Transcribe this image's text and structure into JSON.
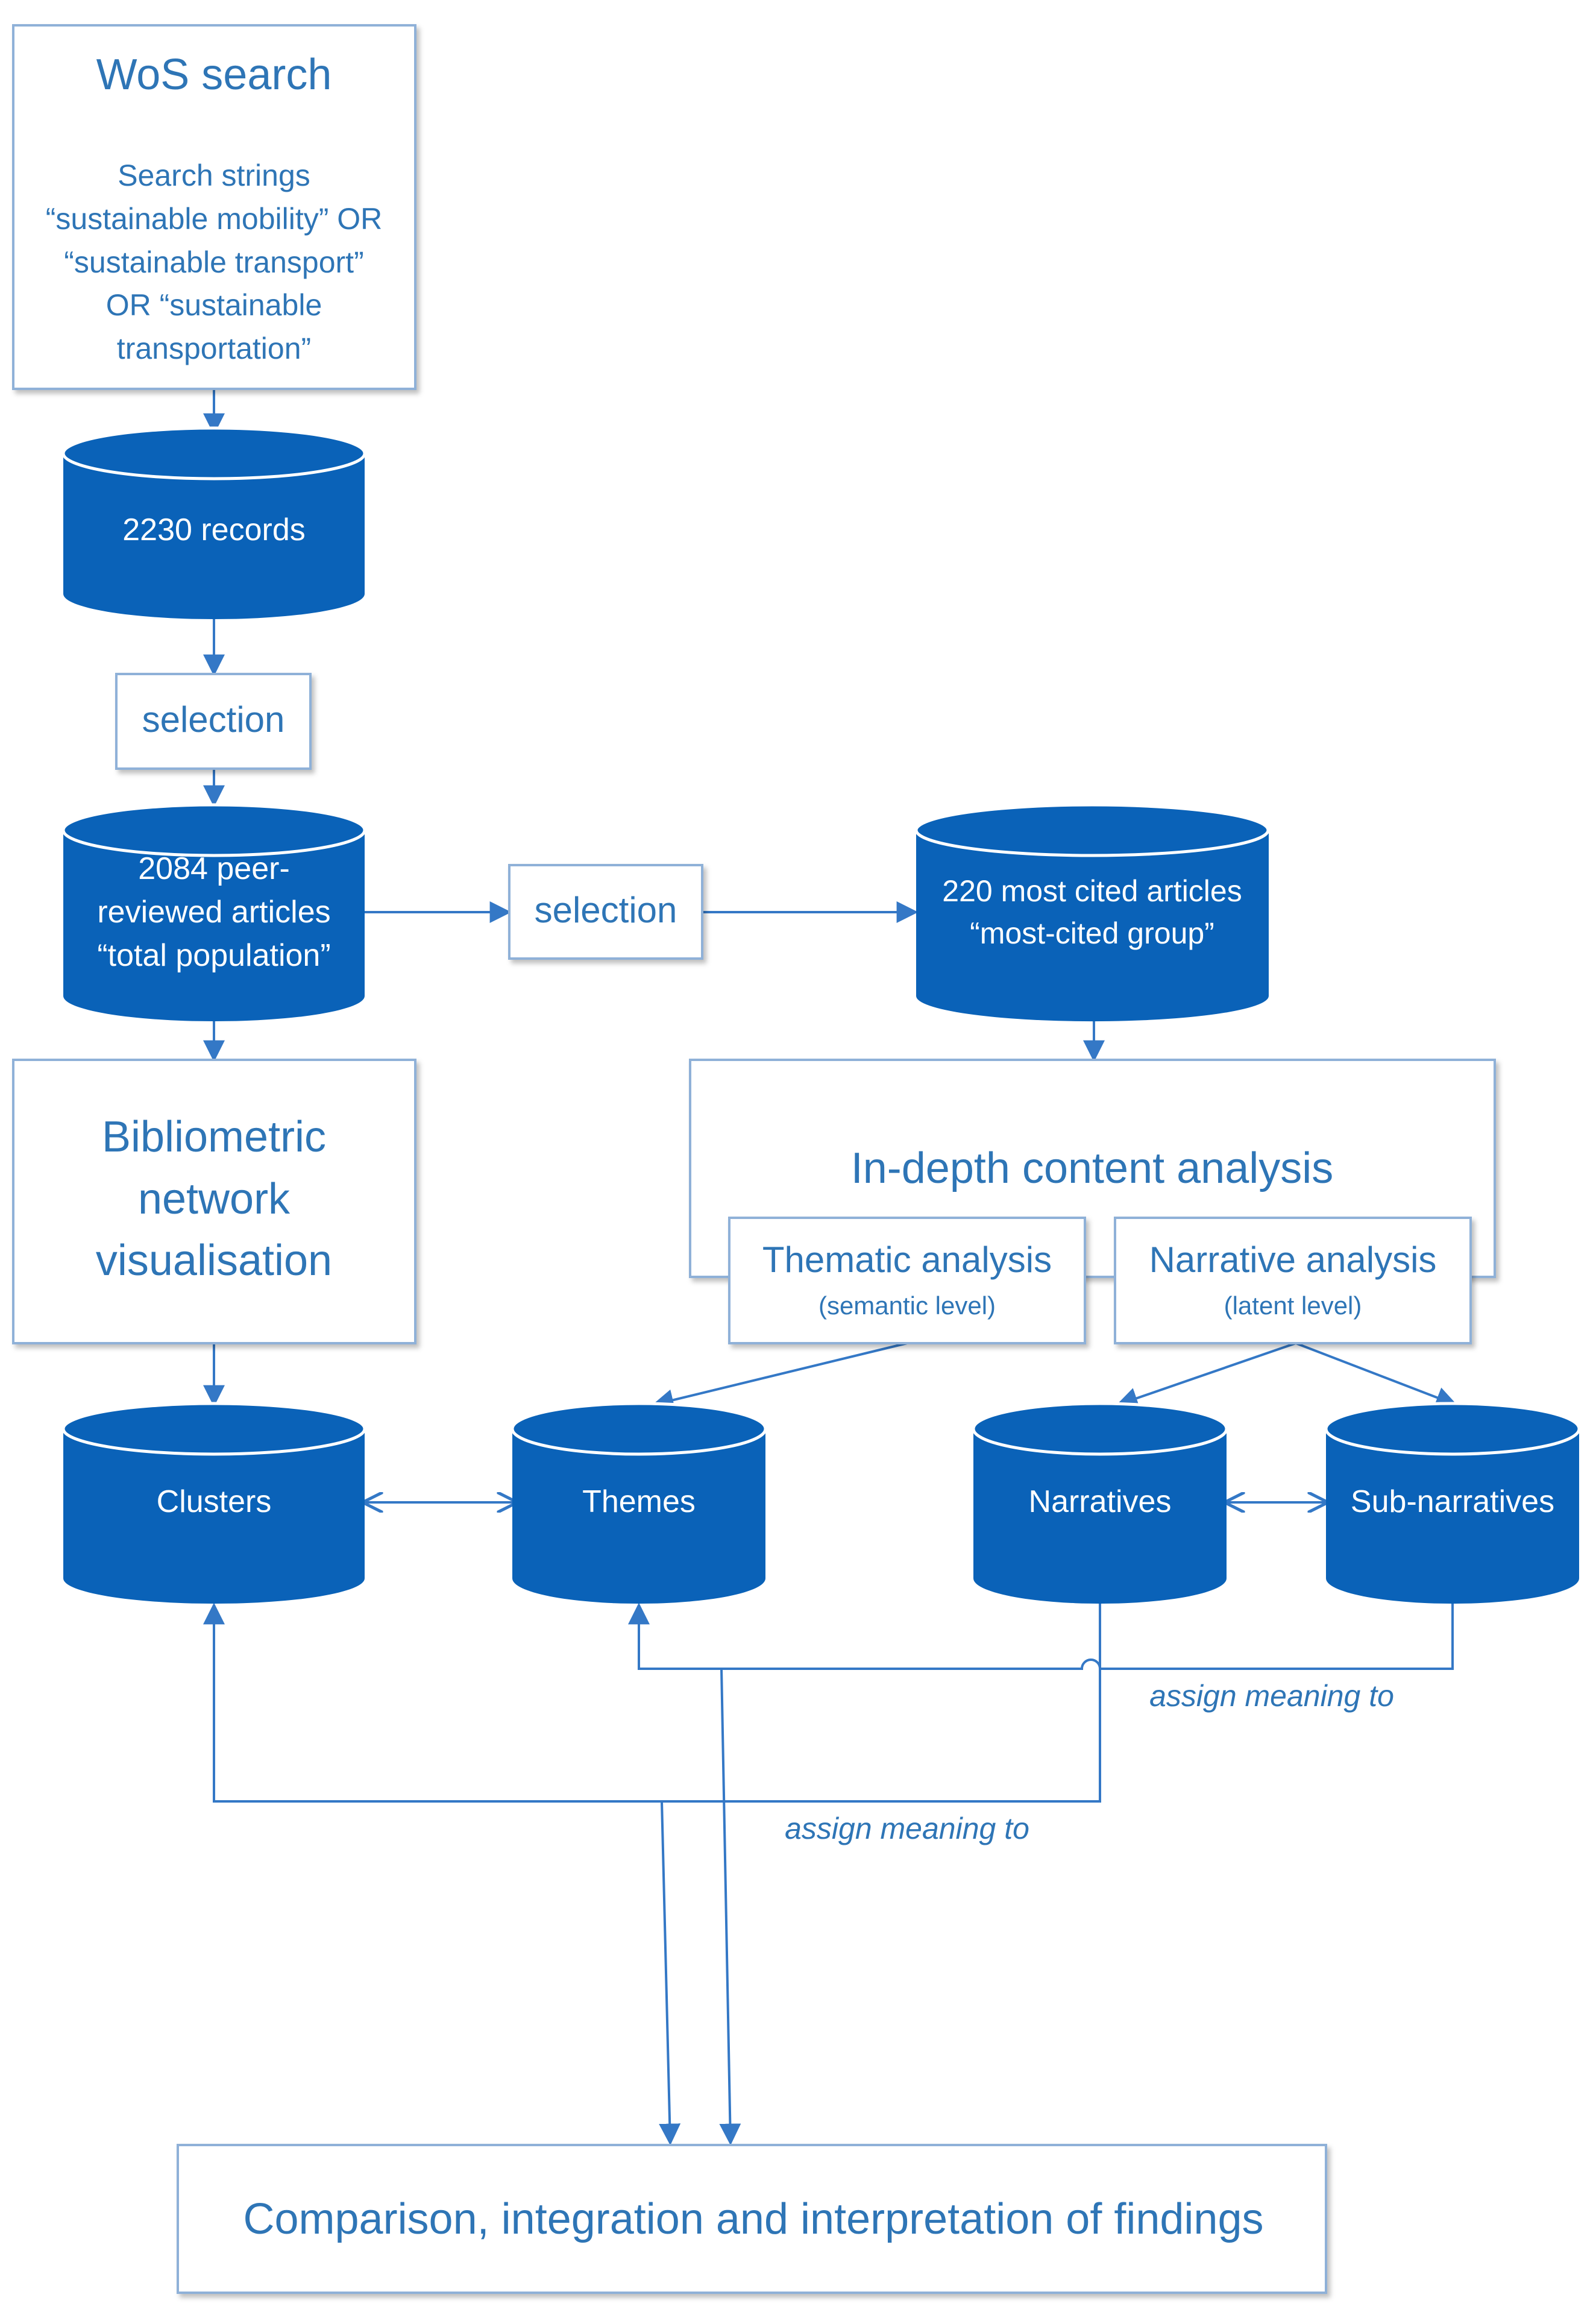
{
  "colors": {
    "cylinder_fill": "#0A62B8",
    "box_stroke": "#8FB1D8",
    "text": "#2E75B6",
    "line": "#3478C6"
  },
  "wos_search": {
    "title": "WoS search",
    "lines": [
      "Search strings",
      "“sustainable mobility” OR",
      "“sustainable transport”",
      "OR “sustainable",
      "transportation”"
    ]
  },
  "records": {
    "label": "2230 records"
  },
  "selection_1": {
    "label": "selection"
  },
  "total_population": {
    "lines": [
      "2084 peer-",
      "reviewed articles",
      "“total population”"
    ]
  },
  "selection_2": {
    "label": "selection"
  },
  "most_cited": {
    "lines": [
      "220 most cited articles",
      "“most-cited group”"
    ]
  },
  "bibliometric": {
    "lines": [
      "Bibliometric",
      "network",
      "visualisation"
    ]
  },
  "content_analysis": {
    "title": "In-depth content analysis"
  },
  "thematic": {
    "title": "Thematic analysis",
    "sub": "(semantic level)"
  },
  "narrative": {
    "title": "Narrative analysis",
    "sub": "(latent level)"
  },
  "clusters": {
    "label": "Clusters"
  },
  "themes": {
    "label": "Themes"
  },
  "narratives": {
    "label": "Narratives"
  },
  "sub_narratives": {
    "label": "Sub-narratives"
  },
  "assign_1": {
    "label": "assign meaning to"
  },
  "assign_2": {
    "label": "assign meaning to"
  },
  "comparison": {
    "label": "Comparison, integration and interpretation of findings"
  }
}
